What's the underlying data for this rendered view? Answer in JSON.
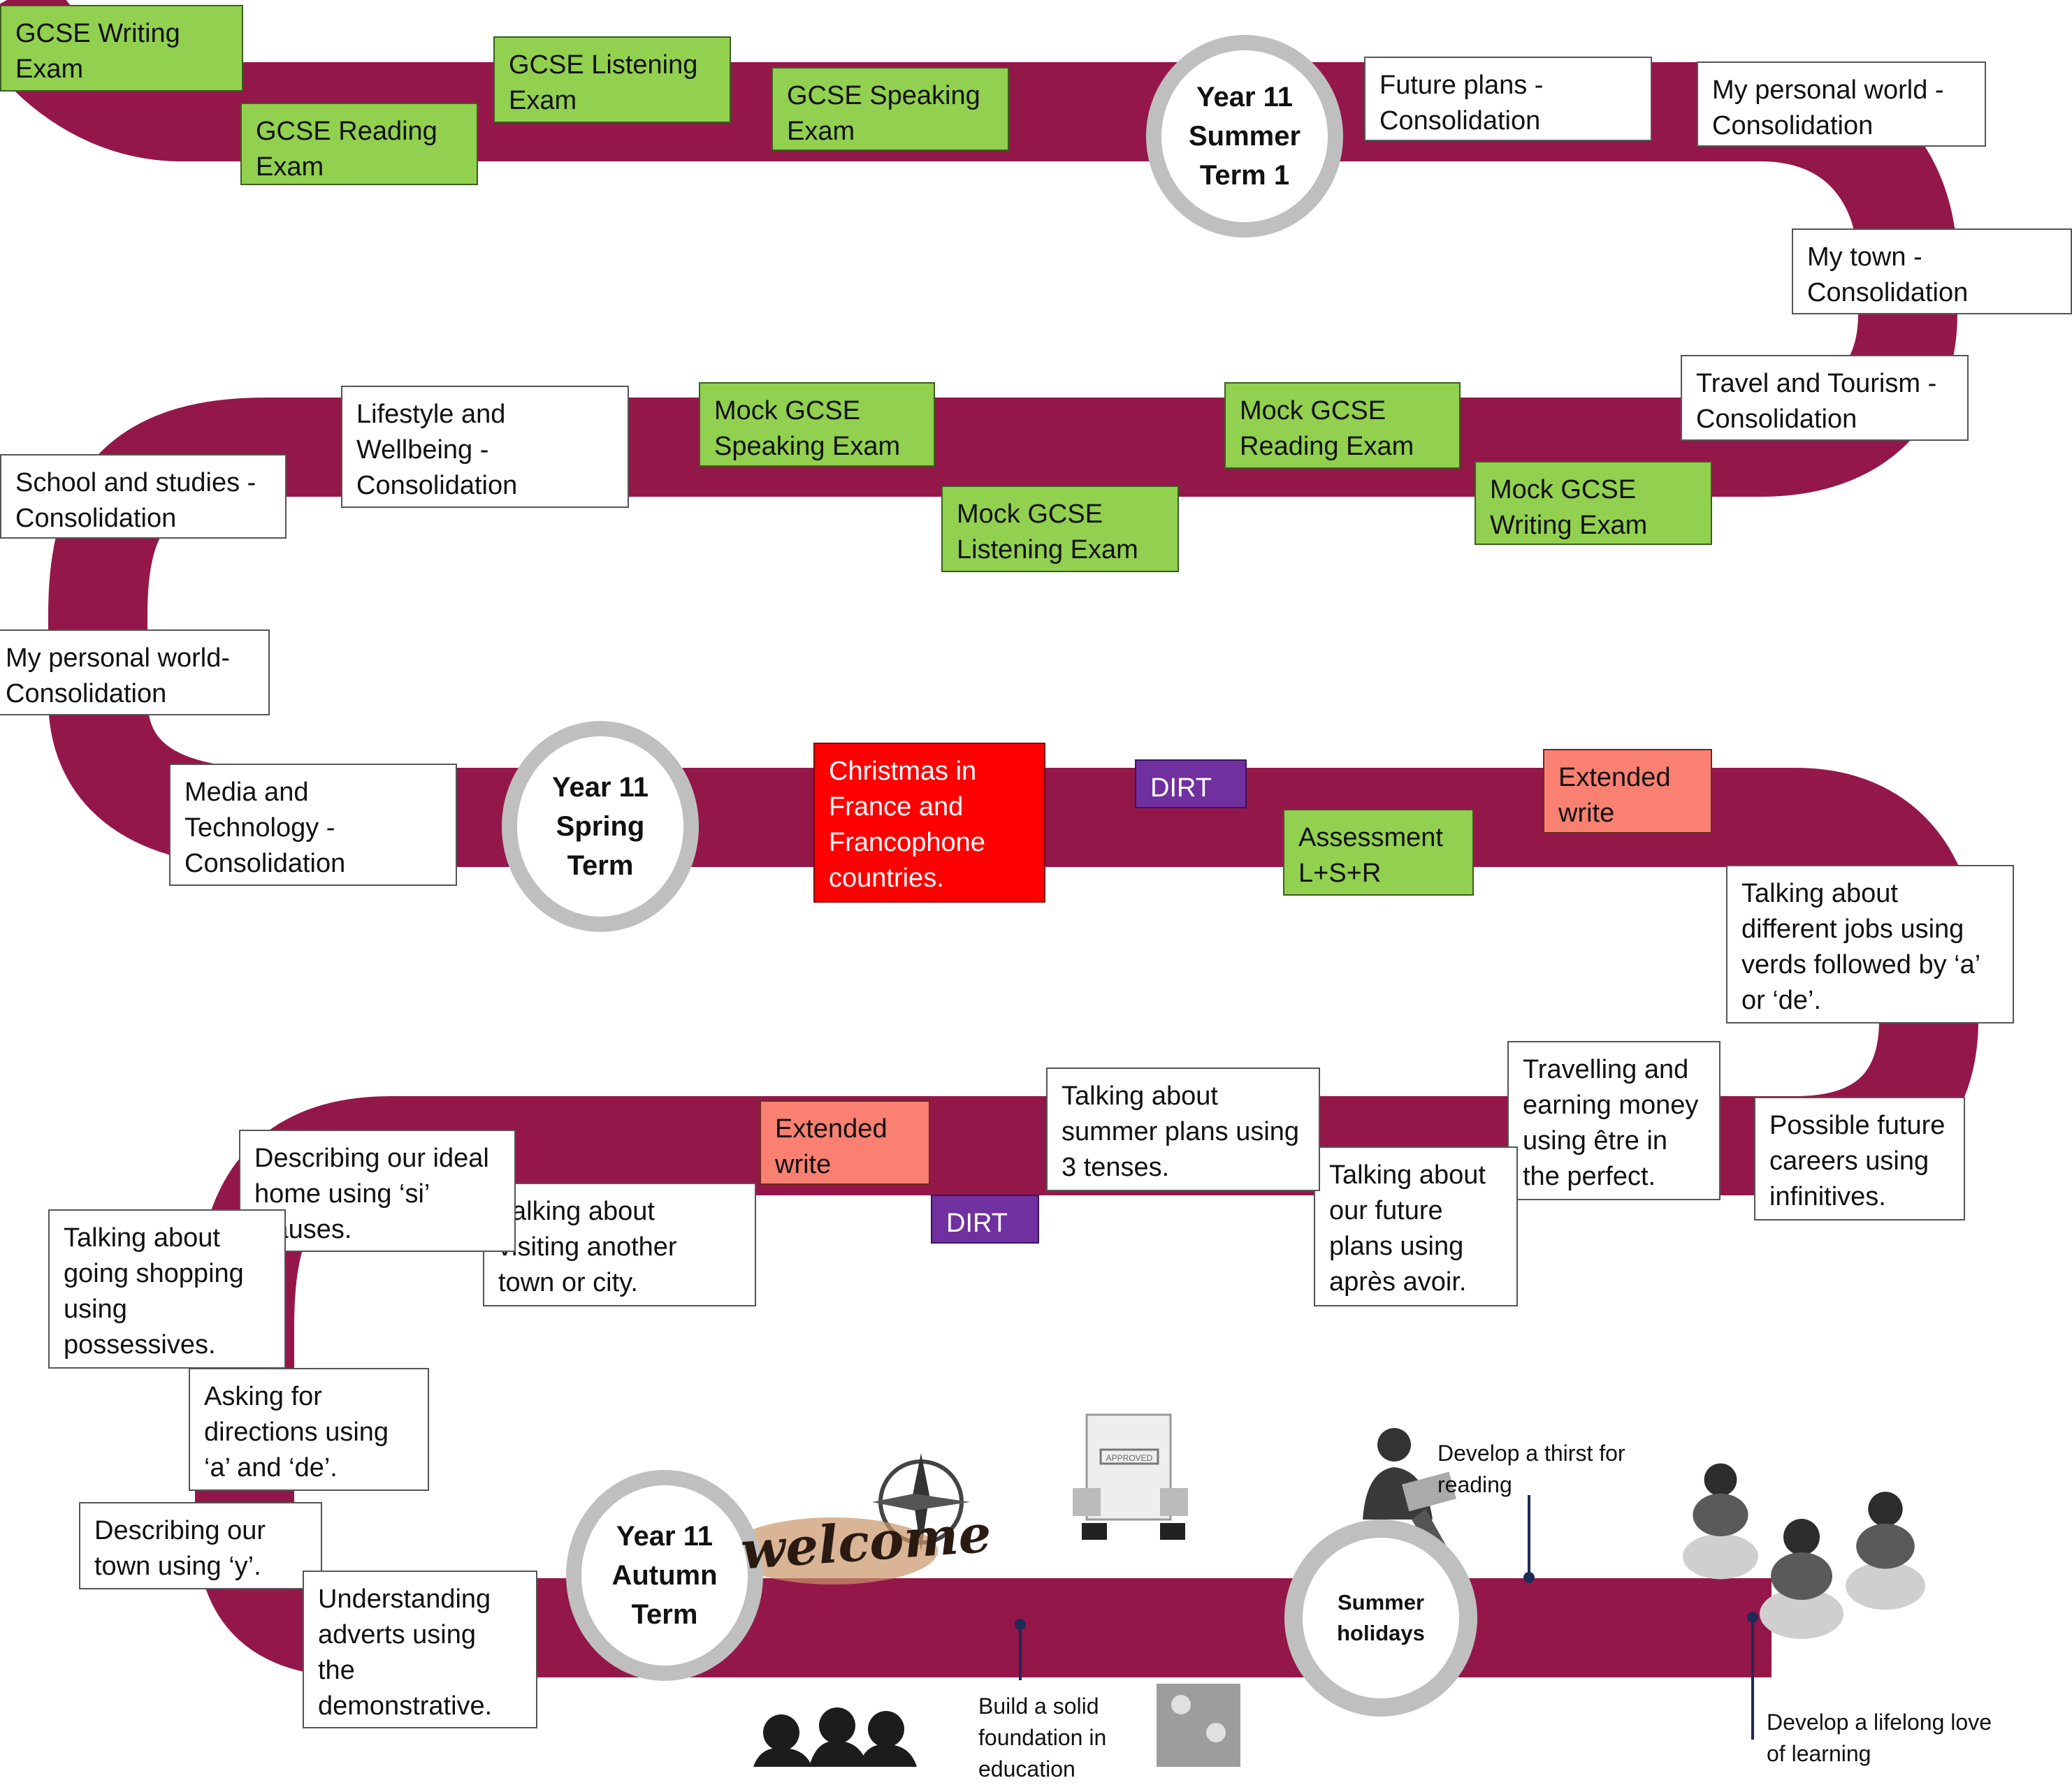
{
  "colors": {
    "road": "#94174a",
    "green": "#92d050",
    "red": "#ff0000",
    "salmon": "#fa8072",
    "purple": "#7030a0",
    "ring": "#bfbfbf",
    "marker": "#1f2a55"
  },
  "terms": {
    "summer": "Year 11\nSummer\nTerm 1",
    "spring": "Year 11\nSpring\nTerm",
    "autumn": "Year 11\nAutumn\nTerm",
    "holidays": "Summer\nholidays"
  },
  "boxes": [
    {
      "id": "gcse-writing-exam",
      "text": "GCSE Writing\nExam",
      "style": "green"
    },
    {
      "id": "gcse-reading-exam",
      "text": "GCSE Reading\nExam",
      "style": "green"
    },
    {
      "id": "gcse-listening-exam",
      "text": "GCSE Listening\nExam",
      "style": "green"
    },
    {
      "id": "gcse-speaking-exam",
      "text": "GCSE Speaking\nExam",
      "style": "green"
    },
    {
      "id": "future-plans",
      "text": "Future plans -\nConsolidation",
      "style": "white"
    },
    {
      "id": "my-personal-world-top",
      "text": "My personal world -\nConsolidation",
      "style": "white"
    },
    {
      "id": "my-town",
      "text": "My town -\nConsolidation",
      "style": "white"
    },
    {
      "id": "travel-tourism",
      "text": "Travel and Tourism -\nConsolidation",
      "style": "white"
    },
    {
      "id": "mock-writing",
      "text": "Mock GCSE\nWriting Exam",
      "style": "green"
    },
    {
      "id": "mock-reading",
      "text": "Mock GCSE\nReading Exam",
      "style": "green"
    },
    {
      "id": "mock-listening",
      "text": "Mock GCSE\nListening Exam",
      "style": "green"
    },
    {
      "id": "mock-speaking",
      "text": "Mock GCSE\nSpeaking Exam",
      "style": "green"
    },
    {
      "id": "lifestyle-wellbeing",
      "text": "Lifestyle and\nWellbeing -\nConsolidation",
      "style": "white"
    },
    {
      "id": "school-studies",
      "text": "School and studies -\nConsolidation",
      "style": "white"
    },
    {
      "id": "my-personal-world-left",
      "text": "My personal world-\nConsolidation",
      "style": "white"
    },
    {
      "id": "media-technology",
      "text": "Media and\nTechnology -\nConsolidation",
      "style": "white"
    },
    {
      "id": "christmas",
      "text": "Christmas in\nFrance and\nFrancophone\ncountries.",
      "style": "red"
    },
    {
      "id": "dirt-spring",
      "text": "DIRT",
      "style": "purple"
    },
    {
      "id": "assessment",
      "text": "Assessment\nL+S+R",
      "style": "green"
    },
    {
      "id": "extended-write-spring",
      "text": "Extended\nwrite",
      "style": "salmon"
    },
    {
      "id": "different-jobs",
      "text": "Talking about\ndifferent jobs using\nverds followed by ‘a’\nor ‘de’.",
      "style": "white"
    },
    {
      "id": "future-careers",
      "text": "Possible future\ncareers using\ninfinitives.",
      "style": "white"
    },
    {
      "id": "travelling-earning",
      "text": "Travelling and\nearning money\nusing être in\nthe perfect.",
      "style": "white"
    },
    {
      "id": "future-plans-apres",
      "text": "Talking about\nour future\nplans using\naprès avoir.",
      "style": "white"
    },
    {
      "id": "summer-plans",
      "text": "Talking about\nsummer plans using\n3 tenses.",
      "style": "white"
    },
    {
      "id": "dirt-autumn",
      "text": "DIRT",
      "style": "purple"
    },
    {
      "id": "extended-write-autumn",
      "text": "Extended\nwrite",
      "style": "salmon"
    },
    {
      "id": "visiting-town",
      "text": "Talking about\nvisiting another\ntown or city.",
      "style": "white"
    },
    {
      "id": "ideal-home",
      "text": "Describing our ideal\nhome using ‘si’\nclauses.",
      "style": "white"
    },
    {
      "id": "going-shopping",
      "text": "Talking about\ngoing shopping\nusing\npossessives.",
      "style": "white"
    },
    {
      "id": "asking-directions",
      "text": "Asking for\ndirections using\n‘a’ and ‘de’.",
      "style": "white"
    },
    {
      "id": "describing-town",
      "text": "Describing our\ntown using ‘y’.",
      "style": "white"
    },
    {
      "id": "understanding-adverts",
      "text": "Understanding\nadverts using\nthe\ndemonstrative.",
      "style": "white"
    }
  ],
  "notes": {
    "foundation": "Build a solid\nfoundation in\neducation",
    "thirst": "Develop a thirst for\nreading",
    "lifelong": "Develop a lifelong love\nof learning"
  },
  "welcome": "welcome",
  "approved_stamp": "APPROVED"
}
